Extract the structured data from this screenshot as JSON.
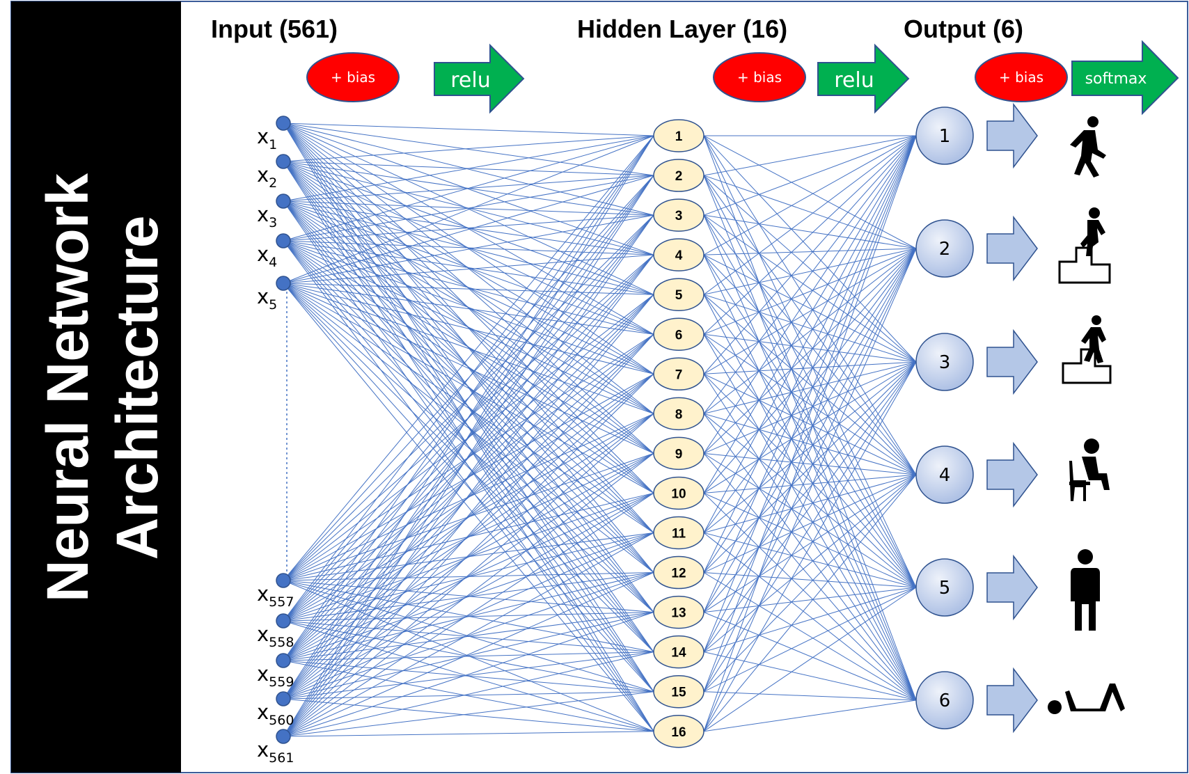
{
  "title": {
    "line1": "Neural Network",
    "line2": "Architecture"
  },
  "layers": {
    "input_title": "Input (561)",
    "hidden_title": "Hidden Layer (16)",
    "output_title": "Output (6)"
  },
  "ops": {
    "bias": "+ bias",
    "act1": "relu",
    "act2": "relu",
    "act3": "softmax"
  },
  "input_nodes": [
    {
      "main": "x",
      "sub": "1"
    },
    {
      "main": "x",
      "sub": "2"
    },
    {
      "main": "x",
      "sub": "3"
    },
    {
      "main": "x",
      "sub": "4"
    },
    {
      "main": "x",
      "sub": "5"
    },
    {
      "main": "x",
      "sub": "557"
    },
    {
      "main": "x",
      "sub": "558"
    },
    {
      "main": "x",
      "sub": "559"
    },
    {
      "main": "x",
      "sub": "560"
    },
    {
      "main": "x",
      "sub": "561"
    }
  ],
  "hidden_nodes": [
    "1",
    "2",
    "3",
    "4",
    "5",
    "6",
    "7",
    "8",
    "9",
    "10",
    "11",
    "12",
    "13",
    "14",
    "15",
    "16"
  ],
  "output_nodes": [
    "1",
    "2",
    "3",
    "4",
    "5",
    "6"
  ],
  "output_icons": [
    "walking-icon",
    "walking-upstairs-icon",
    "walking-downstairs-icon",
    "sitting-icon",
    "standing-icon",
    "laying-icon"
  ],
  "colors": {
    "title_bg": "#000000",
    "node_blue": "#4472c4",
    "edge": "#4472c4",
    "hidden_fill": "#fff2cc",
    "output_fill": "#c9d6ee",
    "bias_red": "#ff0000",
    "act_green": "#00b050",
    "arrow_fill": "#b4c7e7"
  }
}
